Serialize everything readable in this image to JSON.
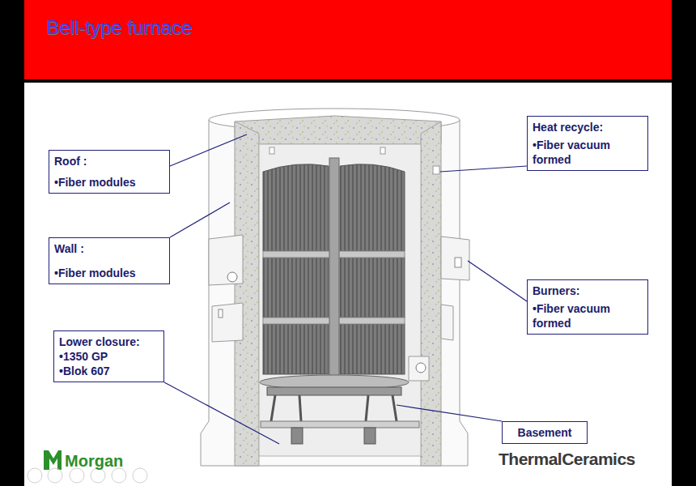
{
  "diagram": {
    "title": "Bell-type furnace",
    "nodes": [
      {
        "text": [
          "Heat recycle:",
          "•Fiber vacuum formed"
        ]
      },
      {
        "text": [
          "Roof :",
          "•Fiber modules"
        ]
      },
      {
        "text": [
          "Wall :",
          "•Fiber modules"
        ]
      },
      {
        "text": [
          "Burners:",
          "•Fiber vacuum formed"
        ]
      },
      {
        "text": [
          "Lower closure:",
          "•1350 GP",
          "•Blok 607"
        ]
      },
      {
        "text": [
          "Basement"
        ]
      }
    ],
    "labels": [
      "Morgan",
      "ThermalCeramics"
    ]
  }
}
